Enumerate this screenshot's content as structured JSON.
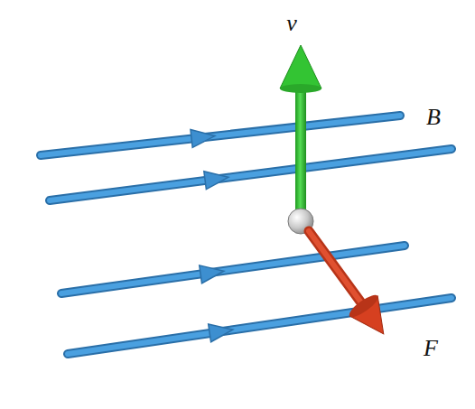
{
  "diagram": {
    "labels": [
      "v",
      "B",
      "F"
    ]
  }
}
